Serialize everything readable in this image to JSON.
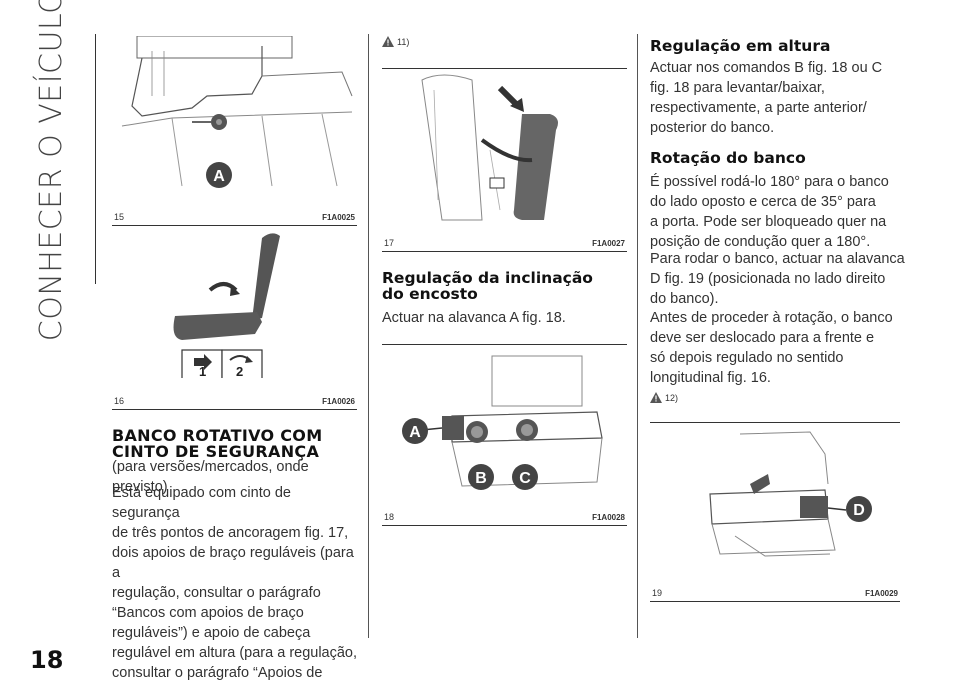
{
  "section_title": "CONHECER O VEÍCULO",
  "page_number": "18",
  "figures": {
    "f15": {
      "num": "15",
      "code": "F1A0025",
      "label": "A"
    },
    "f16": {
      "num": "16",
      "code": "F1A0026",
      "label1": "1",
      "label2": "2"
    },
    "f17": {
      "num": "17",
      "code": "F1A0027"
    },
    "f18": {
      "num": "18",
      "code": "F1A0028",
      "labelA": "A",
      "labelB": "B",
      "labelC": "C"
    },
    "f19": {
      "num": "19",
      "code": "F1A0029",
      "labelD": "D"
    }
  },
  "col1": {
    "heading": "BANCO ROTATIVO COM\nCINTO DE SEGURANÇA",
    "subheading": "(para versões/mercados, onde previsto)",
    "body": "Está equipado com cinto de segurança\nde três pontos de ancoragem fig. 17,\ndois apoios de braço reguláveis (para a\nregulação, consultar o parágrafo\n“Bancos com apoios de braço\nreguláveis”) e apoio de cabeça\nregulável em altura (para a regulação,\nconsultar o parágrafo “Apoios de\ncabeça”)."
  },
  "col2": {
    "note": "11)",
    "heading": "Regulação da inclinação\ndo encosto",
    "body": "Actuar na alavanca A fig. 18."
  },
  "col3": {
    "heading1": "Regulação em altura",
    "body1": "Actuar nos comandos B fig. 18 ou C\nfig. 18 para levantar/baixar,\nrespectivamente, a parte anterior/\nposterior do banco.",
    "heading2": "Rotação do banco",
    "body2": "É possível rodá-lo 180° para o banco\ndo lado oposto e cerca de 35° para\na porta. Pode ser bloqueado quer na\nposição de condução quer a 180°.",
    "body3": "Para rodar o banco, actuar na alavanca\nD fig. 19 (posicionada no lado direito\ndo banco).",
    "body4": "Antes de proceder à rotação, o banco\ndeve ser deslocado para a frente e\nsó depois regulado no sentido\nlongitudinal fig. 16.",
    "note": "12)"
  },
  "colors": {
    "ink": "#222222",
    "line": "#333333",
    "seat_gray": "#555555"
  }
}
